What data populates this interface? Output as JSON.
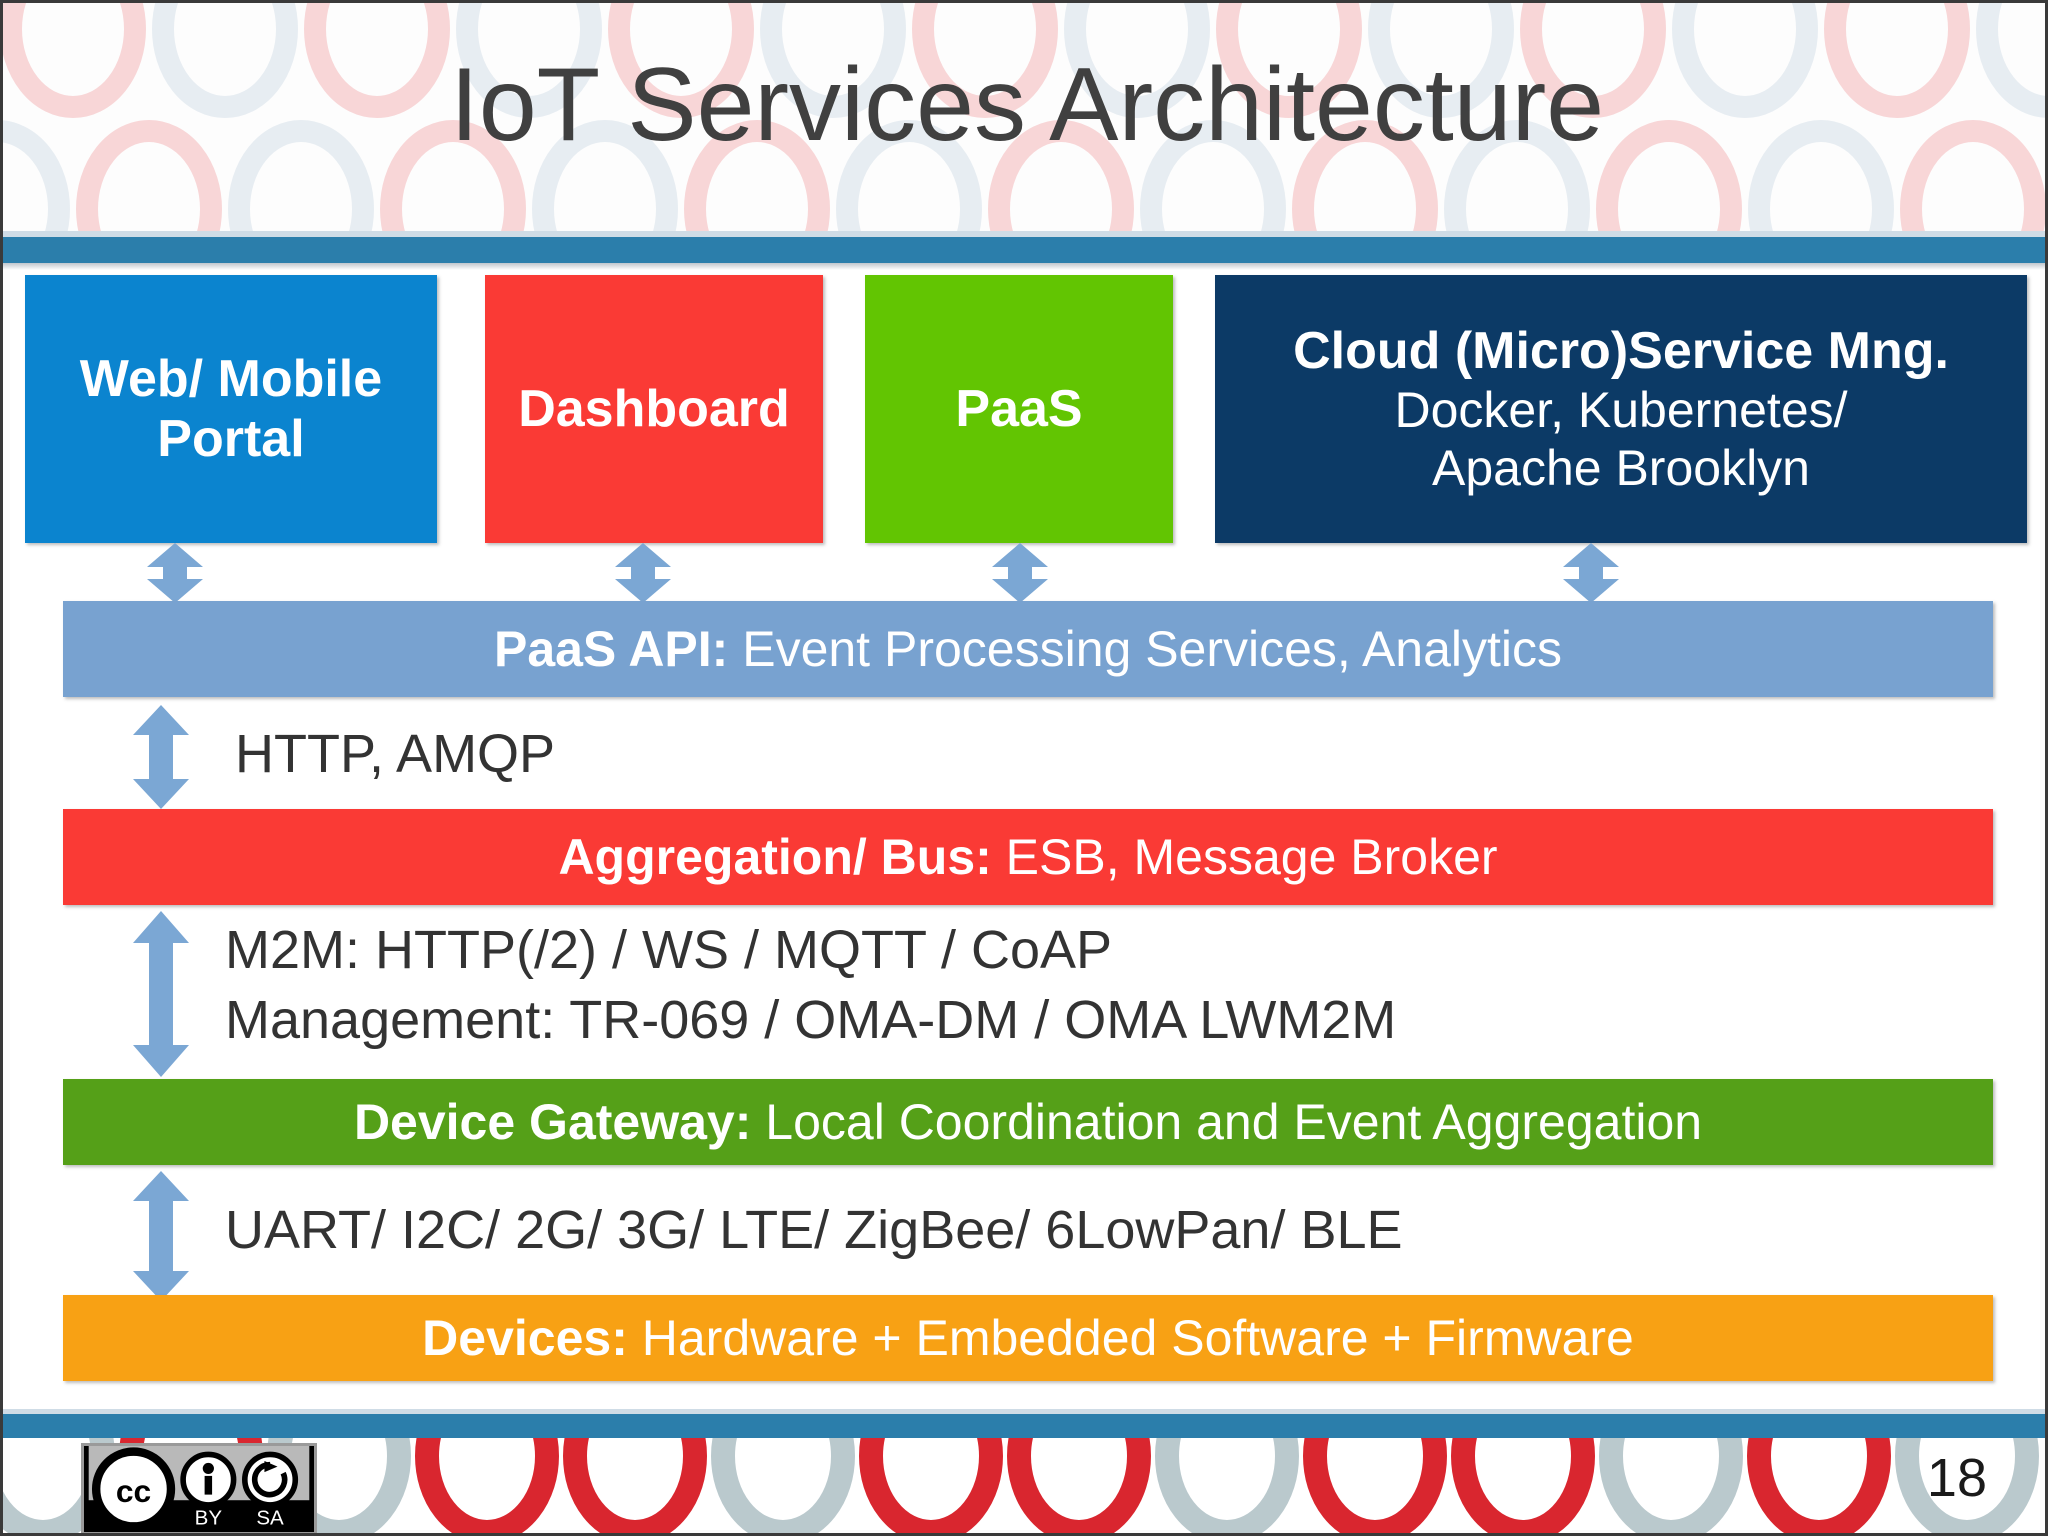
{
  "slide": {
    "title": "IoT Services Architecture",
    "page_number": "18"
  },
  "colors": {
    "header_rule": "#2b7eab",
    "web_portal": "#0b84cf",
    "dashboard": "#fa3a35",
    "paas": "#62c502",
    "cloud": "#0c3a66",
    "paas_api": "#78a2d0",
    "aggregation": "#fa3a35",
    "device_gateway": "#55a018",
    "devices": "#f8a114",
    "arrow": "#7ba7d4",
    "title_text": "#404040"
  },
  "top_boxes": [
    {
      "name": "web-mobile-portal",
      "line1": "Web/ Mobile",
      "line2": "Portal",
      "color": "#0b84cf"
    },
    {
      "name": "dashboard",
      "line1": "Dashboard",
      "line2": "",
      "color": "#fa3a35"
    },
    {
      "name": "paas",
      "line1": "PaaS",
      "line2": "",
      "color": "#62c502"
    },
    {
      "name": "cloud-microservice-mng",
      "line1": "Cloud (Micro)Service Mng.",
      "line2": "Docker, Kubernetes/",
      "line3": "Apache Brooklyn",
      "color": "#0c3a66"
    }
  ],
  "layers": [
    {
      "name": "paas-api",
      "bold": "PaaS API:",
      "rest": " Event Processing Services, Analytics",
      "color": "#78a2d0"
    },
    {
      "name": "aggregation-bus",
      "bold": "Aggregation/ Bus:",
      "rest": " ESB, Message Broker",
      "color": "#fa3a35"
    },
    {
      "name": "device-gateway",
      "bold": "Device Gateway:",
      "rest": " Local Coordination and Event Aggregation",
      "color": "#55a018"
    },
    {
      "name": "devices",
      "bold": "Devices:",
      "rest": " Hardware + Embedded Software + Firmware",
      "color": "#f8a114"
    }
  ],
  "protocol_labels": {
    "http_amqp": "HTTP, AMQP",
    "m2m_line1": "M2M: HTTP(/2) / WS / MQTT / CoAP",
    "m2m_line2": "Management: TR-069 / OMA-DM / OMA LWM2M",
    "uart": "UART/ I2C/ 2G/ 3G/ LTE/ ZigBee/ 6LowPan/ BLE"
  },
  "license": {
    "badge": "CC",
    "by": "BY",
    "sa": "SA"
  }
}
